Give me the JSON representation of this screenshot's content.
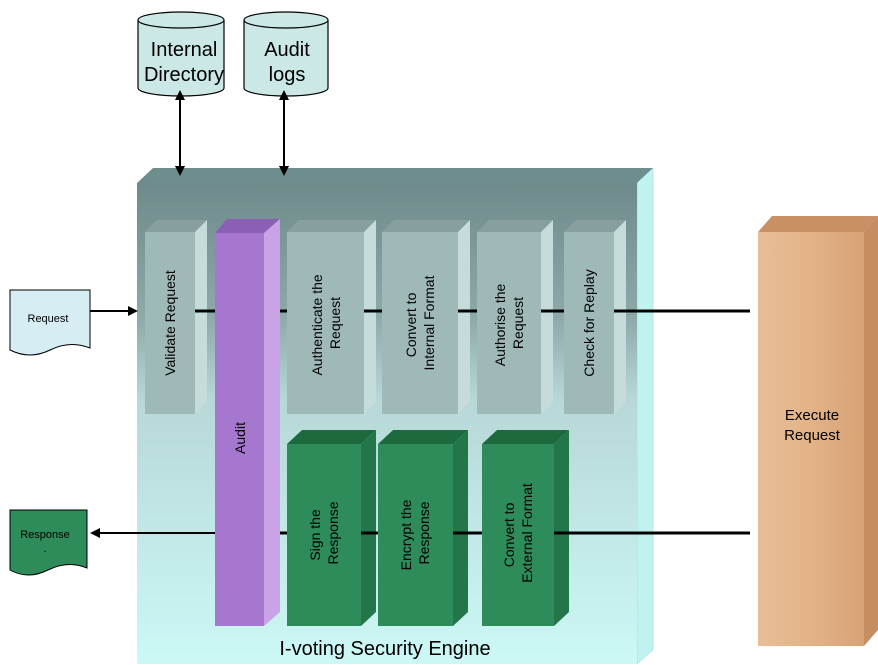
{
  "stores": {
    "internal_directory": [
      "Internal",
      "Directory"
    ],
    "audit_logs": [
      "Audit",
      "logs"
    ]
  },
  "engine_title": "I-voting Security Engine",
  "request_doc": "Request",
  "response_doc": [
    "Response",
    "."
  ],
  "audit_label": "Audit",
  "execute_label": [
    "Execute",
    "Request"
  ],
  "request_steps": [
    {
      "id": "validate",
      "lines": [
        "Validate Request"
      ]
    },
    {
      "id": "authenticate",
      "lines": [
        "Authenticate the",
        "Request"
      ]
    },
    {
      "id": "convert-internal",
      "lines": [
        "Convert to",
        "Internal Format"
      ]
    },
    {
      "id": "authorise",
      "lines": [
        "Authorise the",
        "Request"
      ]
    },
    {
      "id": "replay",
      "lines": [
        "Check for Replay"
      ]
    }
  ],
  "response_steps": [
    {
      "id": "sign",
      "lines": [
        "Sign the",
        "Response"
      ]
    },
    {
      "id": "encrypt",
      "lines": [
        "Encrypt the",
        "Response"
      ]
    },
    {
      "id": "convert-external",
      "lines": [
        "Convert to",
        "External Format"
      ]
    }
  ],
  "colors": {
    "engine_gradient_top": "#6f8a8a",
    "engine_gradient_bottom": "#ccf8f6",
    "engine_side": "#bdf1ee",
    "grey_box_front": "#9fb8b8",
    "grey_box_side": "#c6dcdb",
    "grey_box_top": "#889f9f",
    "audit_front": "#a577cf",
    "audit_side": "#c9a3e6",
    "audit_top": "#8a5fb5",
    "green_front": "#2e8b5a",
    "green_side": "#22764a",
    "green_top": "#1d6a3e",
    "execute_front": "#e4b68c",
    "execute_side": "#c89064",
    "doc_request": "#d6eef3",
    "doc_response": "#2e8b5a",
    "cylinder": "#cbe8e6"
  },
  "icons": [
    "arrow-right-icon",
    "arrow-left-icon",
    "double-arrow-icon",
    "cylinder-icon",
    "document-icon"
  ]
}
